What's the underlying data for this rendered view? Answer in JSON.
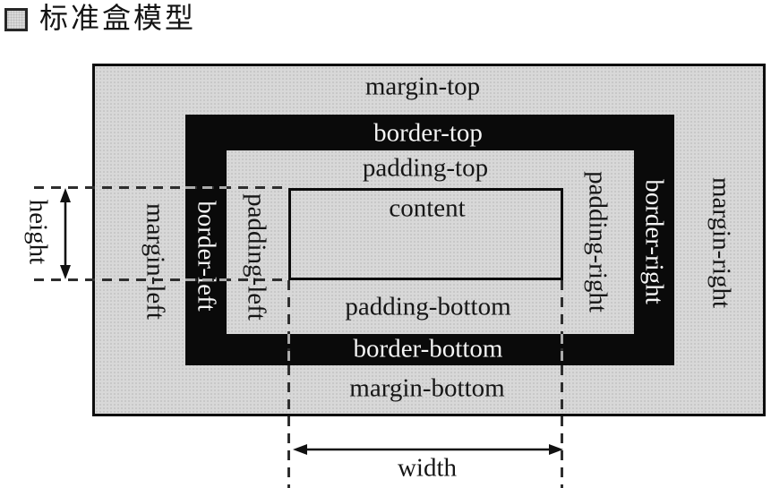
{
  "title": {
    "bullet_icon": "square-bullet",
    "text": "标准盒模型"
  },
  "box_model": {
    "margin": {
      "top": "margin-top",
      "right": "margin-right",
      "bottom": "margin-bottom",
      "left": "margin-left"
    },
    "border": {
      "top": "border-top",
      "right": "border-right",
      "bottom": "border-bottom",
      "left": "border-left"
    },
    "padding": {
      "top": "padding-top",
      "right": "padding-right",
      "bottom": "padding-bottom",
      "left": "padding-left"
    },
    "content_label": "content",
    "height_label": "height",
    "width_label": "width"
  },
  "colors": {
    "page_background": "#ffffff",
    "diagram_fill": "#d8d8d8",
    "border_band": "#0a0a0a",
    "outline": "#0d0d0d",
    "label_text": "#161616",
    "border_label_text": "#f4f4f4",
    "dashed_guide_dark": "#2e2e2e",
    "dashed_guide_light": "#ababab"
  }
}
